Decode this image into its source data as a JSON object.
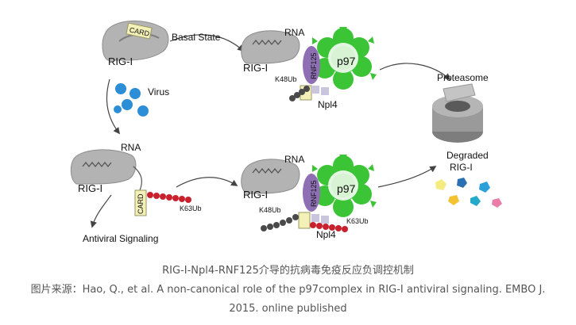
{
  "diagram": {
    "panel_top": {
      "rigi_label": "RIG-I",
      "card_label": "CARD",
      "arrow_label": "Basal State",
      "rna_label": "RNA",
      "rnf125_label": "RNF125",
      "p97_label": "p97",
      "k48_label": "K48Ub",
      "npl4_label": "Npl4"
    },
    "virus_label": "Virus",
    "panel_bottom": {
      "rigi_label": "RIG-I",
      "rna_label": "RNA",
      "card_label": "CARD",
      "k63_label": "K63Ub",
      "signal_label": "Antiviral Signaling",
      "rnf125_label": "RNF125",
      "p97_label": "p97",
      "k48_label": "K48Ub",
      "k63b_label": "K63Ub",
      "npl4_label": "Npl4"
    },
    "proteasome_label": "Proteasome",
    "degraded_label_1": "Degraded",
    "degraded_label_2": "RIG-I",
    "colors": {
      "rigi": "#b3b3b3",
      "p97_green": "#3cc437",
      "rnf125": "#8e6fb3",
      "k48": "#4a4a4a",
      "k63": "#c8202c",
      "card": "#f3f0b8",
      "npl4": "#c8c5dc",
      "virus": "#2c8ed6"
    }
  },
  "caption": {
    "line1": "RIG-I-Npl4-RNF125介导的抗病毒免疫反应负调控机制",
    "line2": "图片来源：Hao, Q., et al. A non-canonical role of the p97complex in RIG-I antiviral signaling. EMBO J.",
    "line3": "2015. online published"
  }
}
